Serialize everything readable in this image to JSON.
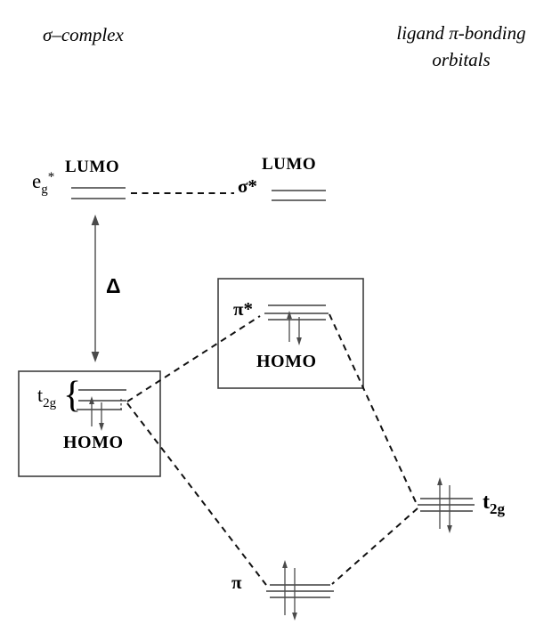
{
  "colors": {
    "background": "#ffffff",
    "ink": "#000000",
    "level_line": "#3f3f3f",
    "dashed_line": "#111111"
  },
  "header": {
    "left_title": "σ–complex",
    "right_title_line1": "ligand π-bonding",
    "right_title_line2": "orbitals"
  },
  "metal_side": {
    "eg_base": "e",
    "eg_sub": "g",
    "eg_star": "*",
    "eg_lumo": "LUMO",
    "delta": "Δ",
    "t2g_base": "t",
    "t2g_sub": "2g",
    "t2g_brace": "{",
    "homo": "HOMO"
  },
  "ligand_side": {
    "sigma_star": "σ*",
    "sigma_lumo": "LUMO",
    "pi_star": "π*",
    "pi_star_homo": "HOMO",
    "t2g_base": "t",
    "t2g_sub": "2g",
    "pi": "π"
  }
}
